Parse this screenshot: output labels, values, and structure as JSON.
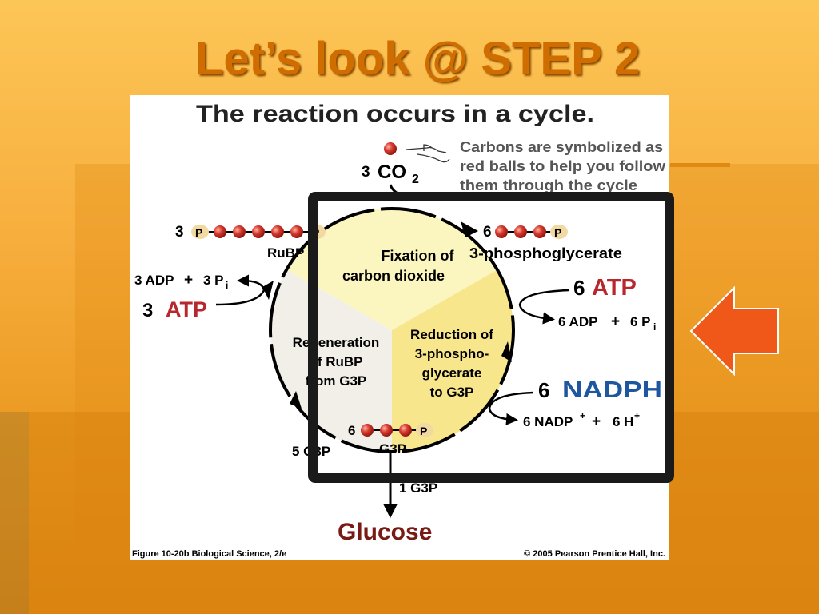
{
  "slide": {
    "title": "Let’s look @ STEP 2"
  },
  "figure": {
    "heading": "The reaction occurs in a cycle.",
    "co2_coef": "3",
    "co2": "CO",
    "co2_sub": "2",
    "note_lines": [
      "Carbons are symbolized as",
      "red balls to help you follow",
      "them through the cycle"
    ],
    "rubp_coef": "3",
    "rubp_label": "RuBP",
    "pga_coef": "6",
    "pga_label": "3-phosphoglycerate",
    "phosphate": "P",
    "fixation": [
      "Fixation of",
      "carbon dioxide"
    ],
    "reduction": [
      "Reduction of",
      "3-phospho-",
      "glycerate",
      "to G3P"
    ],
    "regeneration": [
      "Regeneration",
      "of RuBP",
      "from G3P"
    ],
    "atp_left_coef": "3",
    "atp_left_label": "ATP",
    "adp_left": "3 ADP",
    "plus": "+",
    "pi_left": "3 P",
    "pi_sub": "i",
    "atp_right_coef": "6",
    "atp_right_label": "ATP",
    "adp_right": "6 ADP",
    "pi_right": "6 P",
    "nadph_coef": "6",
    "nadph_label": "NADPH",
    "nadp": "6 NADP",
    "nadp_sup": "+",
    "h_right": "6 H",
    "h_sup": "+",
    "g3p_coef": "6",
    "g3p_label": "G3P",
    "five_g3p": "5 G3P",
    "one_g3p": "1 G3P",
    "glucose": "Glucose",
    "caption": "Figure 10-20b  Biological Science, 2/e",
    "copyright": "© 2005 Pearson Prentice Hall, Inc."
  },
  "colors": {
    "title": "#d06d00",
    "atp": "#b8262e",
    "nadph": "#1e56a0",
    "glucose": "#7a1a14",
    "arrow": "#f0581a",
    "carbon": "#c8261e",
    "phosphate": "#f2d9a2",
    "fixation_sector": "#fbf5c0",
    "reduction_sector": "#f8e68c",
    "regeneration_sector": "#f2efe8"
  }
}
